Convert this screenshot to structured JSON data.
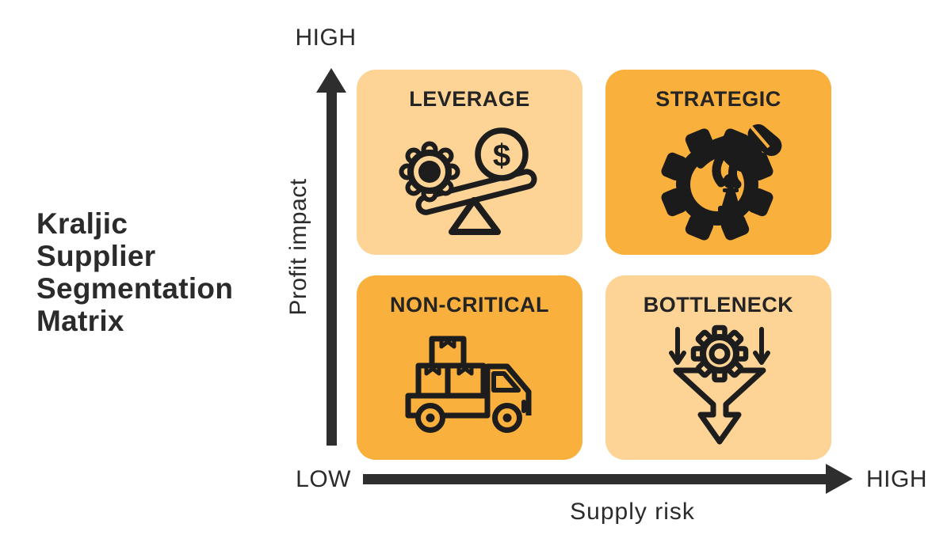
{
  "title": {
    "lines": [
      "Kraljic",
      "Supplier",
      "Segmentation",
      "Matrix"
    ]
  },
  "axes": {
    "y": {
      "label": "Profit impact",
      "high_label": "HIGH"
    },
    "x": {
      "label": "Supply risk",
      "low_label": "LOW",
      "high_label": "HIGH"
    }
  },
  "quadrants": [
    {
      "label": "LEVERAGE",
      "position": "top-left",
      "profit_impact": "high",
      "supply_risk": "low",
      "icon": "balance-scale-gear-dollar-icon",
      "bg": "#fdd496"
    },
    {
      "label": "STRATEGIC",
      "position": "top-right",
      "profit_impact": "high",
      "supply_risk": "high",
      "icon": "hand-picking-chess-pawn-gear-icon",
      "bg": "#f9b03c"
    },
    {
      "label": "NON-CRITICAL",
      "position": "bottom-left",
      "profit_impact": "low",
      "supply_risk": "low",
      "icon": "delivery-truck-boxes-icon",
      "bg": "#f9b03c"
    },
    {
      "label": "BOTTLENECK",
      "position": "bottom-right",
      "profit_impact": "low",
      "supply_risk": "high",
      "icon": "funnel-gear-arrows-icon",
      "bg": "#fdd496"
    }
  ],
  "icons": {
    "dollar_sign": "$"
  },
  "colors": {
    "light_orange": "#fdd496",
    "dark_orange": "#f9b03c",
    "text": "#2b2b2b",
    "axis": "#2e2e2e",
    "icon_ink": "#1d1d1d",
    "background": "#ffffff"
  }
}
